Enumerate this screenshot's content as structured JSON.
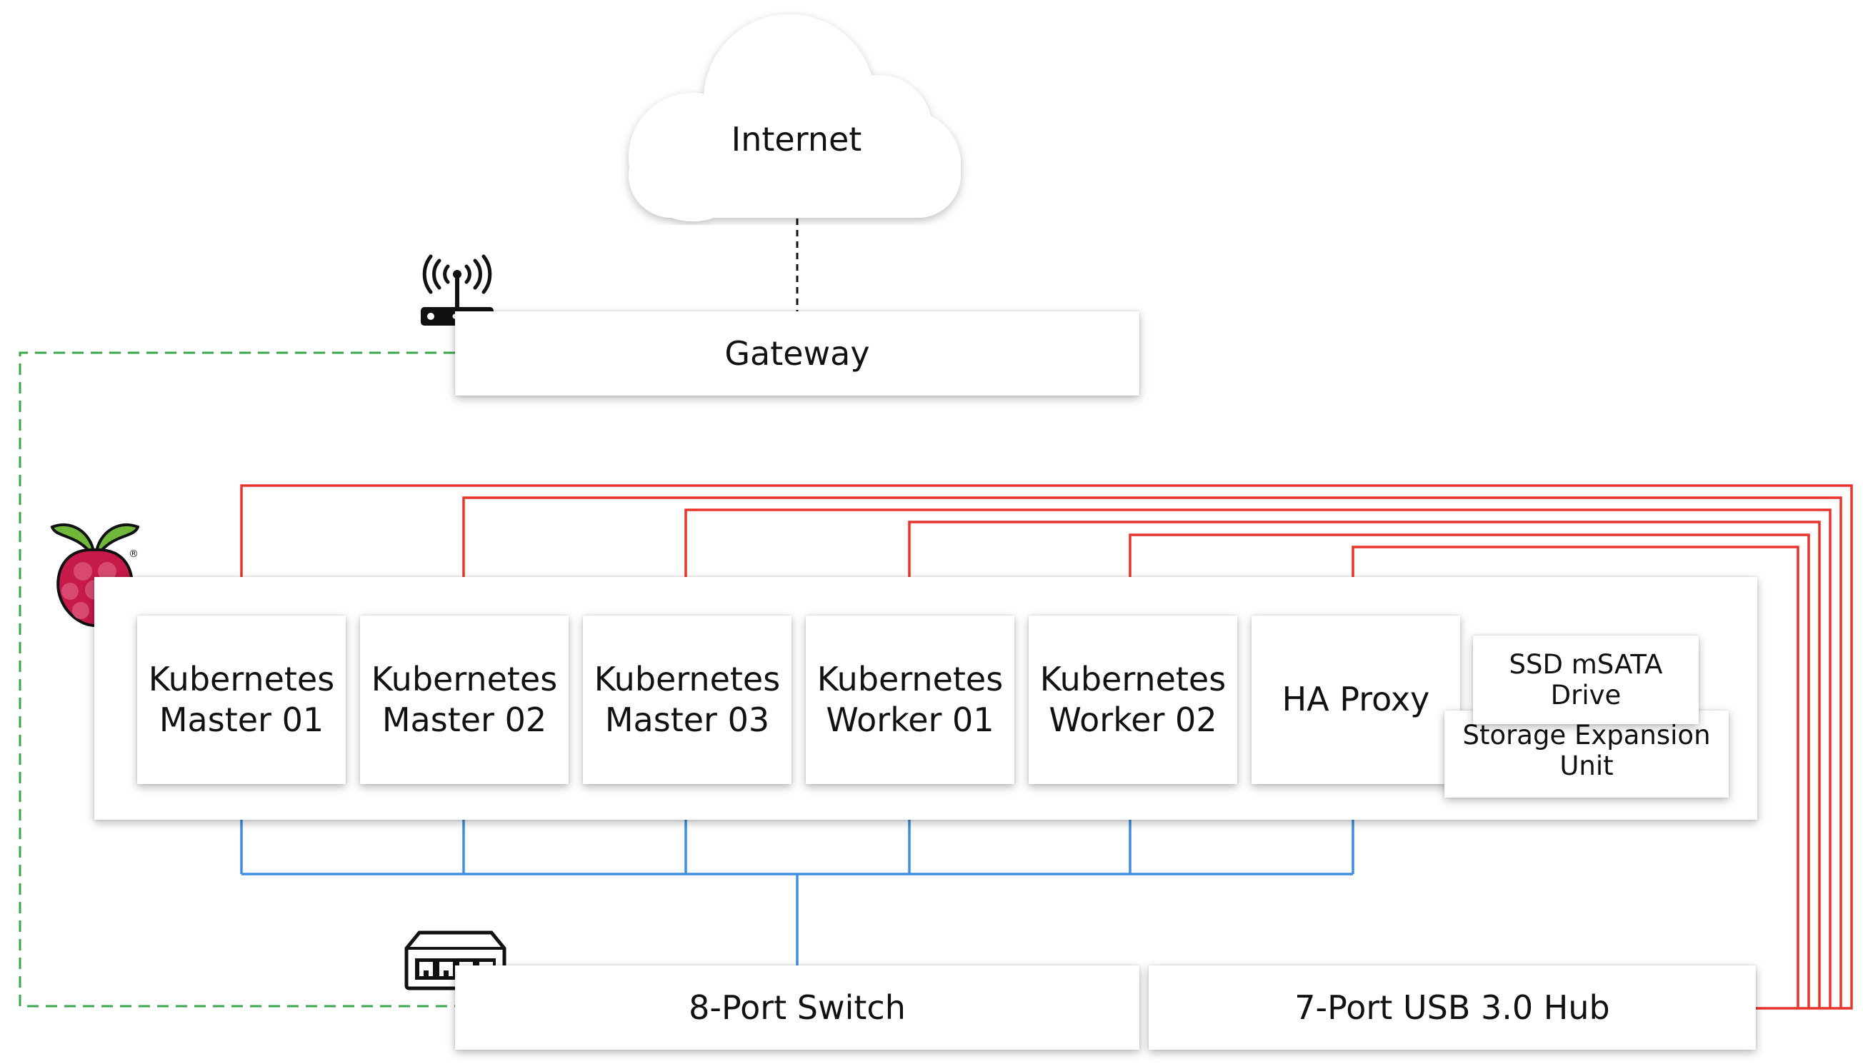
{
  "cloud": {
    "label": "Internet"
  },
  "gateway": {
    "label": "Gateway"
  },
  "cluster_nodes": [
    {
      "label": "Kubernetes\nMaster 01"
    },
    {
      "label": "Kubernetes\nMaster 02"
    },
    {
      "label": "Kubernetes\nMaster 03"
    },
    {
      "label": "Kubernetes\nWorker 01"
    },
    {
      "label": "Kubernetes\nWorker 02"
    },
    {
      "label": "HA Proxy"
    }
  ],
  "ssd": {
    "label": "SSD mSATA Drive"
  },
  "storage_unit": {
    "label": "Storage Expansion Unit"
  },
  "switch": {
    "label": "8-Port Switch"
  },
  "usb_hub": {
    "label": "7-Port USB 3.0 Hub"
  },
  "colors": {
    "power_lines": "#e8352b",
    "network_lines": "#3f8fe0",
    "uplink_dashed": "#3aa84a",
    "ssd_dashed": "#a8c83a",
    "internet_dashed": "#111111"
  },
  "icons": [
    "wifi-router-icon",
    "raspberry-pi-logo-icon",
    "network-switch-icon"
  ]
}
